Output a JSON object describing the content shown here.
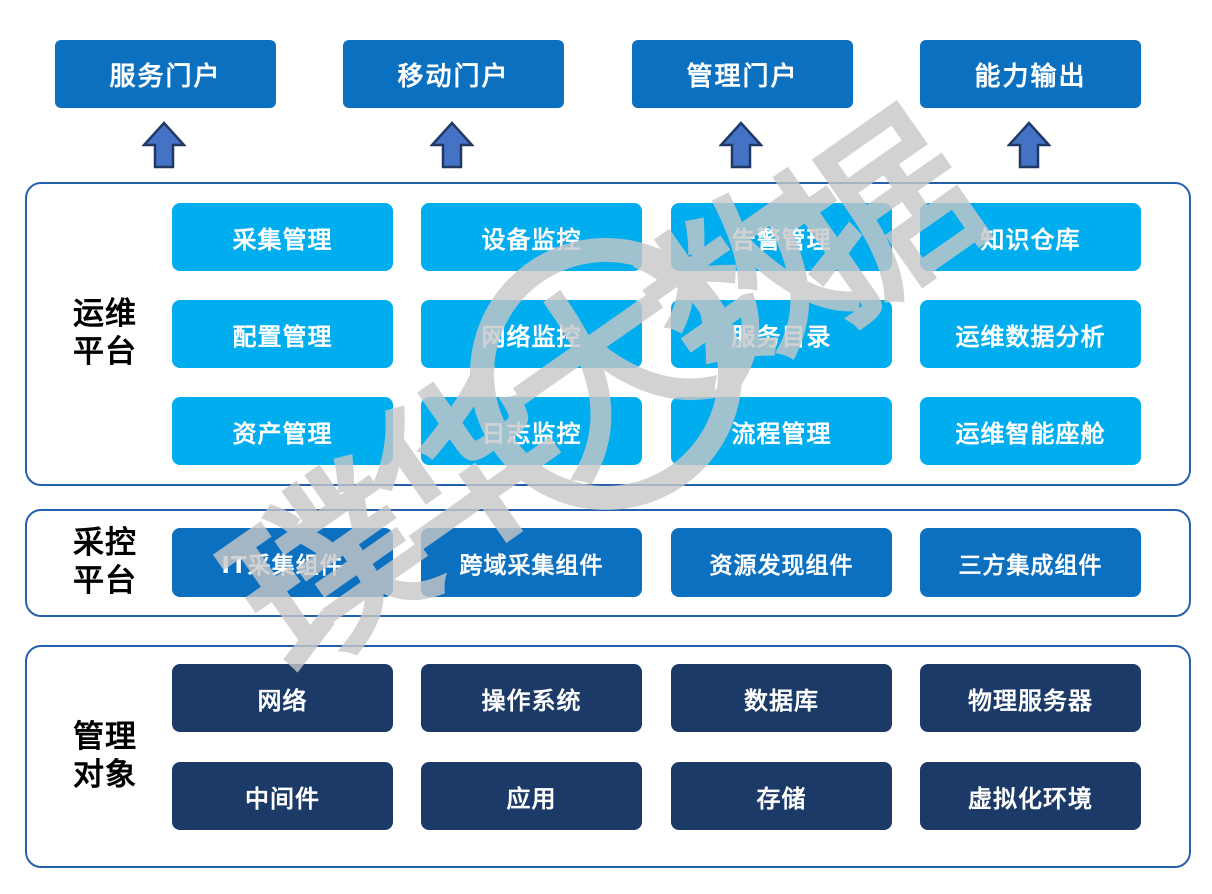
{
  "portals": [
    {
      "label": "服务门户"
    },
    {
      "label": "移动门户"
    },
    {
      "label": "管理门户"
    },
    {
      "label": "能力输出"
    }
  ],
  "sections": {
    "ops": {
      "label": "运维\n平台",
      "rows": [
        [
          "采集管理",
          "设备监控",
          "告警管理",
          "知识仓库"
        ],
        [
          "配置管理",
          "网络监控",
          "服务目录",
          "运维数据分析"
        ],
        [
          "资产管理",
          "日志监控",
          "流程管理",
          "运维智能座舱"
        ]
      ]
    },
    "collect": {
      "label": "采控\n平台",
      "items": [
        "IT采集组件",
        "跨域采集组件",
        "资源发现组件",
        "三方集成组件"
      ]
    },
    "managed": {
      "label": "管理\n对象",
      "rows": [
        [
          "网络",
          "操作系统",
          "数据库",
          "物理服务器"
        ],
        [
          "中间件",
          "应用",
          "存储",
          "虚拟化环境"
        ]
      ]
    }
  },
  "watermark": {
    "text": "璞华大数据",
    "chars": [
      "璞",
      "华",
      "大",
      "数",
      "据"
    ]
  },
  "colors": {
    "portal_blue": "#0b70c0",
    "cyan": "#00adee",
    "navy": "#1b3a68",
    "panel_border": "#2561ab",
    "arrow_fill": "#4472c4",
    "arrow_stroke": "#203864",
    "watermark_gray": "#c8c8c8"
  }
}
